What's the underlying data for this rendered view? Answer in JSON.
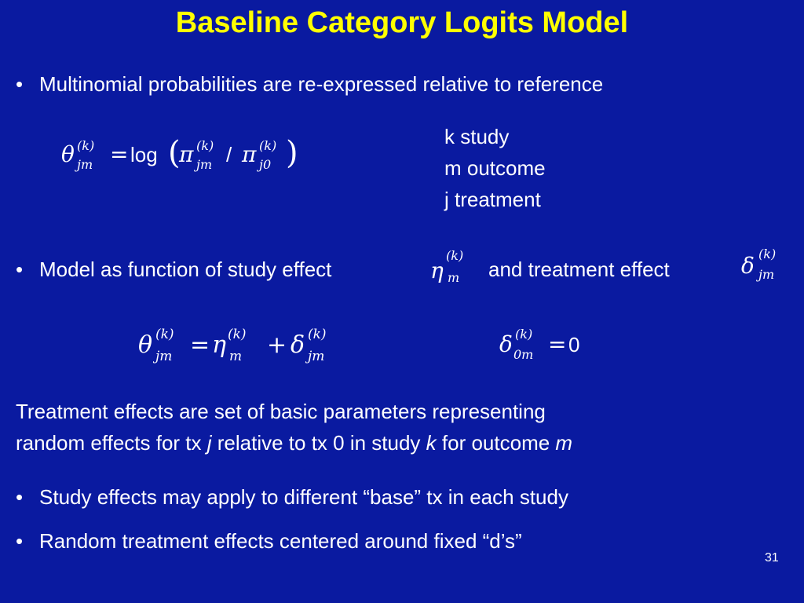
{
  "slide": {
    "title": "Baseline Category Logits  Model",
    "bullet_char": "•",
    "bullet1": "Multinomial probabilities are re-expressed relative to reference",
    "eq1": {
      "lhs_sym": "θ",
      "lhs_sup": "(k)",
      "lhs_sub": "jm",
      "equals": "=",
      "func": "log",
      "lparen": "(",
      "pi1_sym": "π",
      "pi1_sup": "(k)",
      "pi1_sub": "jm",
      "slash": "/",
      "pi2_sym": "π",
      "pi2_sup": "(k)",
      "pi2_sub": "j0",
      "rparen": ")"
    },
    "legend": [
      "k study",
      "m outcome",
      "j treatment"
    ],
    "bullet2": {
      "text_a": "Model as function of study effect",
      "eta_sym": "η",
      "eta_sup": "(k)",
      "eta_sub": "m",
      "text_b": "and treatment effect",
      "delta_sym": "δ",
      "delta_sup": "(k)",
      "delta_sub": "jm"
    },
    "eq2": {
      "theta_sym": "θ",
      "theta_sup": "(k)",
      "theta_sub": "jm",
      "equals": "=",
      "eta_sym": "η",
      "eta_sup": "(k)",
      "eta_sub": "m",
      "plus": "+",
      "delta_sym": "δ",
      "delta_sup": "(k)",
      "delta_sub": "jm"
    },
    "eq3": {
      "delta_sym": "δ",
      "delta_sup": "(k)",
      "delta_sub": "0m",
      "equals": "=",
      "zero": "0"
    },
    "paragraph": {
      "line1": "Treatment effects are set of basic parameters representing",
      "line2_a": "random effects for tx ",
      "line2_j": "j",
      "line2_b": " relative to tx 0 in study ",
      "line2_k": "k",
      "line2_c": " for outcome ",
      "line2_m": "m"
    },
    "bullet3": "Study effects may apply to different “base” tx in each study",
    "bullet4": "Random treatment effects centered around fixed “d’s”",
    "page_number": "31",
    "colors": {
      "background": "#0a1aa0",
      "title": "#ffff00",
      "text": "#ffffff"
    }
  }
}
